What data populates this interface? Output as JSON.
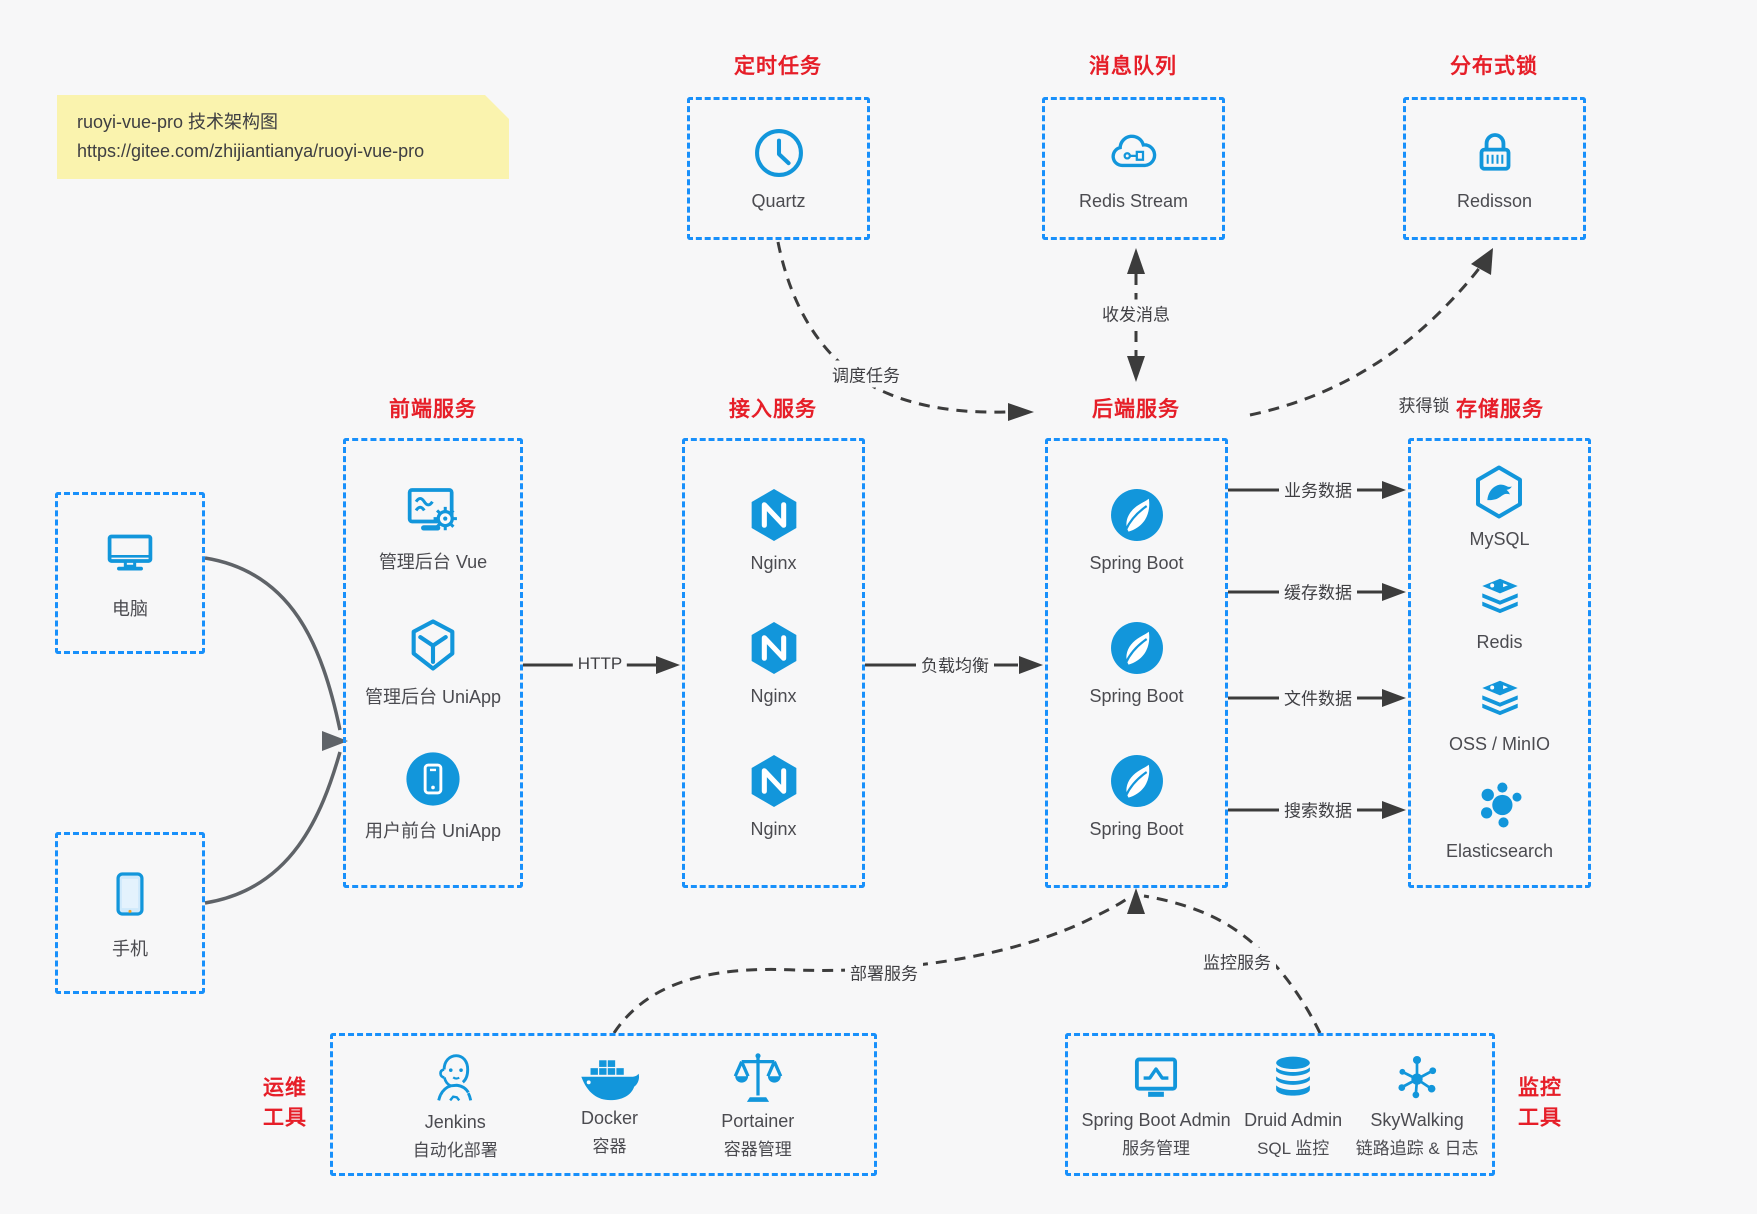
{
  "note": {
    "line1": "ruoyi-vue-pro 技术架构图",
    "line2": "https://gitee.com/zhijiantianya/ruoyi-vue-pro"
  },
  "top_groups": [
    {
      "title": "定时任务",
      "node": {
        "label": "Quartz",
        "icon": "clock-icon"
      }
    },
    {
      "title": "消息队列",
      "node": {
        "label": "Redis Stream",
        "icon": "cloud-stream-icon"
      }
    },
    {
      "title": "分布式锁",
      "node": {
        "label": "Redisson",
        "icon": "lock-icon"
      }
    }
  ],
  "clients": [
    {
      "label": "电脑",
      "icon": "desktop-icon"
    },
    {
      "label": "手机",
      "icon": "phone-icon"
    }
  ],
  "columns": [
    {
      "title": "前端服务",
      "items": [
        {
          "label": "管理后台 Vue",
          "icon": "admin-vue-icon"
        },
        {
          "label": "管理后台 UniApp",
          "icon": "uniapp-cube-icon"
        },
        {
          "label": "用户前台 UniApp",
          "icon": "user-app-icon"
        }
      ]
    },
    {
      "title": "接入服务",
      "items": [
        {
          "label": "Nginx",
          "icon": "nginx-icon"
        },
        {
          "label": "Nginx",
          "icon": "nginx-icon"
        },
        {
          "label": "Nginx",
          "icon": "nginx-icon"
        }
      ]
    },
    {
      "title": "后端服务",
      "items": [
        {
          "label": "Spring Boot",
          "icon": "spring-boot-icon"
        },
        {
          "label": "Spring Boot",
          "icon": "spring-boot-icon"
        },
        {
          "label": "Spring Boot",
          "icon": "spring-boot-icon"
        }
      ]
    },
    {
      "title": "存储服务",
      "items": [
        {
          "label": "MySQL",
          "icon": "mysql-icon"
        },
        {
          "label": "Redis",
          "icon": "redis-icon"
        },
        {
          "label": "OSS / MinIO",
          "icon": "oss-icon"
        },
        {
          "label": "Elasticsearch",
          "icon": "elasticsearch-icon"
        }
      ]
    }
  ],
  "bottom_groups": [
    {
      "title_line1": "运维",
      "title_line2": "工具",
      "items": [
        {
          "label": "Jenkins",
          "sublabel": "自动化部署",
          "icon": "jenkins-icon"
        },
        {
          "label": "Docker",
          "sublabel": "容器",
          "icon": "docker-icon"
        },
        {
          "label": "Portainer",
          "sublabel": "容器管理",
          "icon": "portainer-icon"
        }
      ]
    },
    {
      "title_line1": "监控",
      "title_line2": "工具",
      "items": [
        {
          "label": "Spring Boot Admin",
          "sublabel": "服务管理",
          "icon": "spring-boot-admin-icon"
        },
        {
          "label": "Druid Admin",
          "sublabel": "SQL 监控",
          "icon": "druid-icon"
        },
        {
          "label": "SkyWalking",
          "sublabel": "链路追踪 & 日志",
          "icon": "skywalking-icon"
        }
      ]
    }
  ],
  "edge_labels": {
    "http": "HTTP",
    "load_balance": "负载均衡",
    "schedule": "调度任务",
    "message": "收发消息",
    "lock": "获得锁",
    "biz": "业务数据",
    "cache": "缓存数据",
    "file": "文件数据",
    "search": "搜索数据",
    "deploy": "部署服务",
    "monitor": "监控服务"
  },
  "colors": {
    "box_border": "#1890fb",
    "icon_blue": "#1296db",
    "title_red": "#e61e28",
    "edge_dark": "#3c3c3c",
    "client_gray": "#5f6368",
    "note_bg": "#faf3ae"
  }
}
